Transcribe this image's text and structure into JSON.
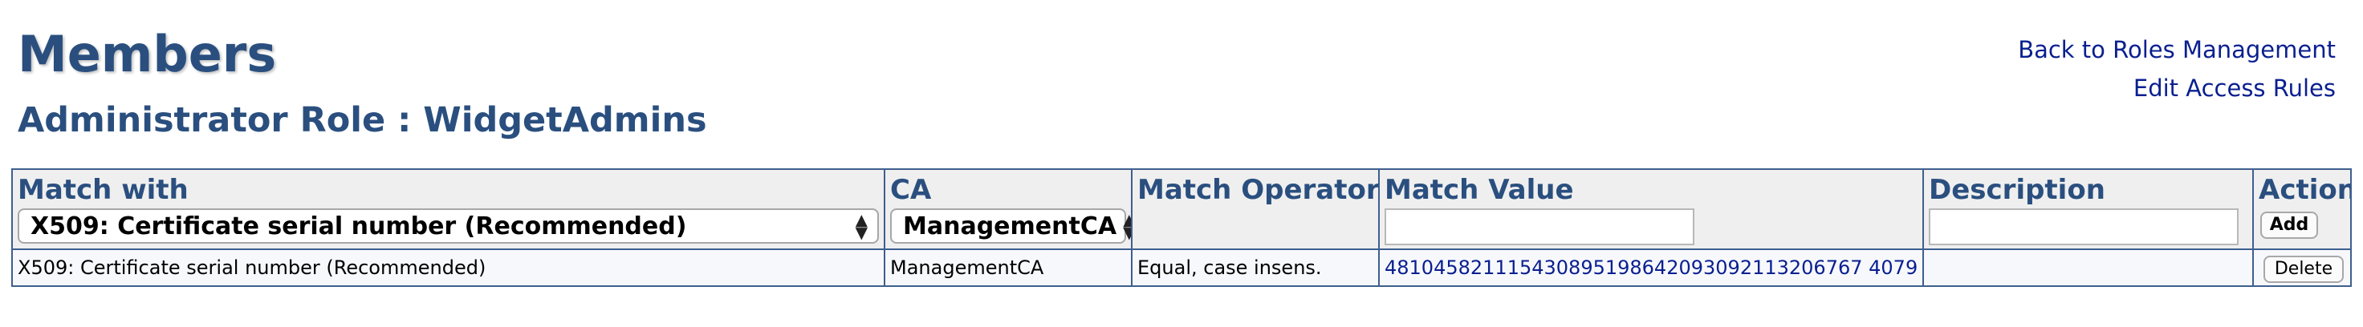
{
  "header": {
    "title": "Members",
    "subtitle": "Administrator Role : WidgetAdmins"
  },
  "links": {
    "back": "Back to Roles Management",
    "edit_rules": "Edit Access Rules"
  },
  "table": {
    "columns": {
      "match_with": "Match with",
      "ca": "CA",
      "match_operator": "Match Operator",
      "match_value": "Match Value",
      "description": "Description",
      "action": "Action"
    },
    "new_row": {
      "match_with_selected": "X509: Certificate serial number (Recommended)",
      "ca_selected": "ManagementCA",
      "match_value": "",
      "description": "",
      "add_label": "Add"
    },
    "rows": [
      {
        "match_with": "X509: Certificate serial number (Recommended)",
        "ca": "ManagementCA",
        "match_operator": "Equal, case insens.",
        "match_value": "481045821115430895198642093092113206767 4079",
        "description": "",
        "delete_label": "Delete"
      }
    ]
  },
  "icons": {
    "select_arrows": "up-down-chevron-icon"
  },
  "colors": {
    "heading": "#2a4f7f",
    "link": "#0a1f8f",
    "table_border": "#3e5f8e",
    "header_bg": "#efefef",
    "row_bg": "#f7f8fc"
  }
}
